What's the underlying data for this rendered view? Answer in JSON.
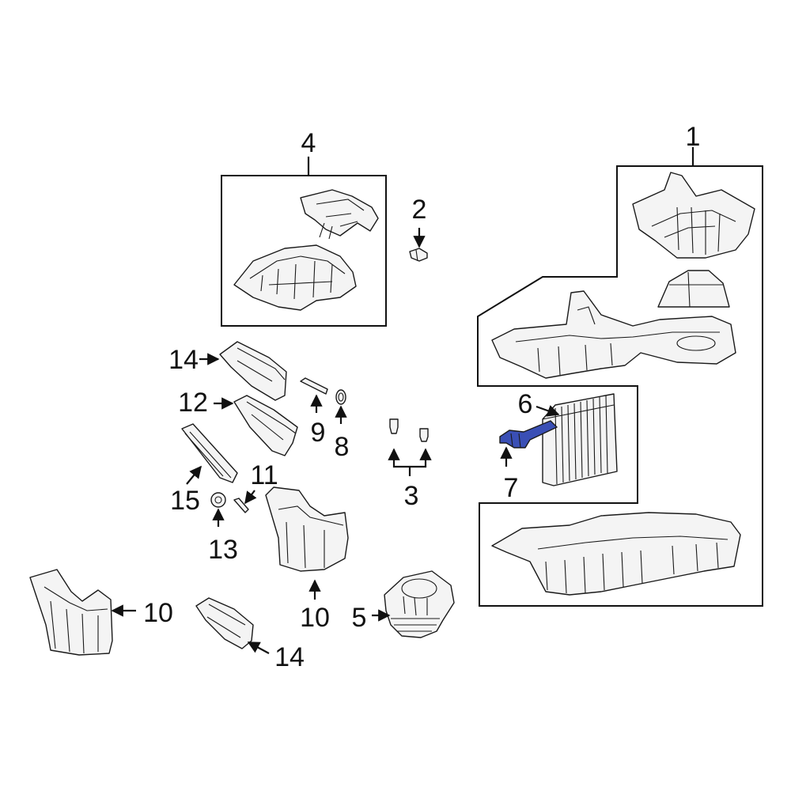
{
  "highlight_color": "#3a4fb5",
  "callouts": {
    "c1": "1",
    "c2": "2",
    "c3": "3",
    "c4": "4",
    "c5": "5",
    "c6": "6",
    "c7": "7",
    "c8": "8",
    "c9": "9",
    "c10a": "10",
    "c10b": "10",
    "c11": "11",
    "c12": "12",
    "c13": "13",
    "c14a": "14",
    "c14b": "14",
    "c15": "15"
  }
}
